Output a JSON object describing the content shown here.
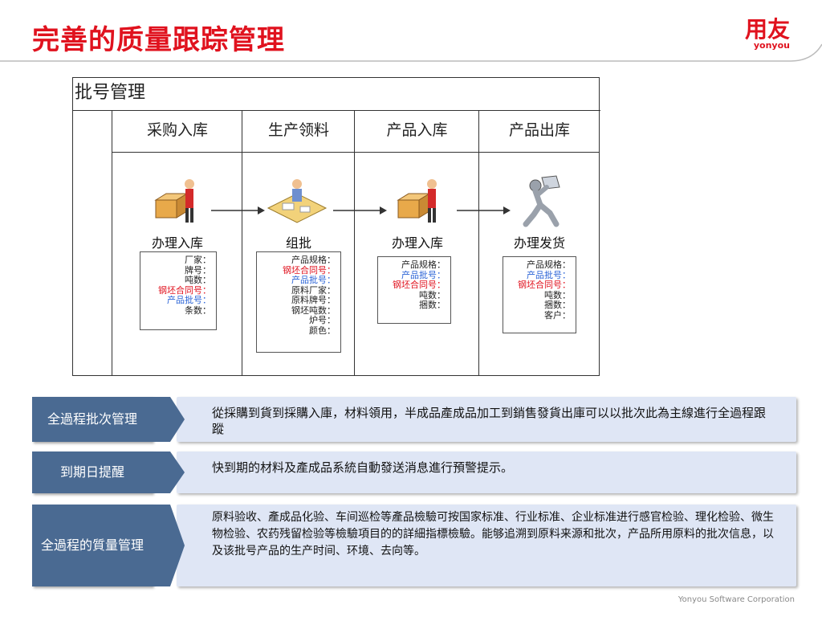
{
  "header": {
    "title": "完善的质量跟踪管理",
    "logo_cn": "用友",
    "logo_en": "yonyou"
  },
  "diagram": {
    "title": "批号管理",
    "columns": [
      {
        "head": "采购入库",
        "step": "办理入库",
        "icon": "receiving-worker-icon",
        "fields": [
          {
            "text": "厂家：",
            "color": "black"
          },
          {
            "text": "牌号：",
            "color": "black"
          },
          {
            "text": "吨数：",
            "color": "black"
          },
          {
            "text": "钢坯合同号：",
            "color": "red"
          },
          {
            "text": "产品批号：",
            "color": "blue"
          },
          {
            "text": "条数：",
            "color": "black"
          }
        ]
      },
      {
        "head": "生产领料",
        "step": "组批",
        "icon": "desk-worker-icon",
        "fields": [
          {
            "text": "产品规格：",
            "color": "black"
          },
          {
            "text": "钢坯合同号：",
            "color": "red"
          },
          {
            "text": "产品批号：",
            "color": "blue"
          },
          {
            "text": "原料厂家：",
            "color": "black"
          },
          {
            "text": "原料牌号：",
            "color": "black"
          },
          {
            "text": "钢坯吨数：",
            "color": "black"
          },
          {
            "text": "炉号：",
            "color": "black"
          },
          {
            "text": "颜色：",
            "color": "black"
          }
        ]
      },
      {
        "head": "产品入库",
        "step": "办理入库",
        "icon": "receiving-worker-icon",
        "fields": [
          {
            "text": "产品规格：",
            "color": "black"
          },
          {
            "text": "产品批号：",
            "color": "blue"
          },
          {
            "text": "钢坯合同号：",
            "color": "red"
          },
          {
            "text": "吨数：",
            "color": "black"
          },
          {
            "text": "捆数：",
            "color": "black"
          }
        ]
      },
      {
        "head": "产品出库",
        "step": "办理发货",
        "icon": "delivery-runner-icon",
        "fields": [
          {
            "text": "产品规格：",
            "color": "black"
          },
          {
            "text": "产品批号：",
            "color": "blue"
          },
          {
            "text": "钢坯合同号：",
            "color": "red"
          },
          {
            "text": "吨数：",
            "color": "black"
          },
          {
            "text": "捆数：",
            "color": "black"
          },
          {
            "text": "客户：",
            "color": "black"
          }
        ]
      }
    ]
  },
  "features": [
    {
      "tag": "全過程批次管理",
      "text": "從採購到貨到採購入庫，材料領用，半成品產成品加工到銷售發貨出庫可以以批次此為主線進行全過程跟蹤"
    },
    {
      "tag": "到期日提醒",
      "text": "快到期的材料及產成品系統自動發送消息進行預警提示。"
    },
    {
      "tag": "全過程的質量管理",
      "text": "原料验收、產成品化验、车间巡检等產品檢驗可按国家标准、行业标准、企业标准进行感官检验、理化检验、微生物检验、农药残留检验等檢驗項目的的詳細指標檢驗。能够追溯到原料来源和批次，产品所用原料的批次信息，以及该批号产品的生产时间、环境、去向等。"
    }
  ],
  "footer": "Yonyou Software Corporation",
  "colors": {
    "brand_red": "#e0121e",
    "tag_blue": "#4a6a92",
    "content_bg": "#dfe6f5",
    "field_red": "#e0121e",
    "field_blue": "#2a63d6"
  }
}
